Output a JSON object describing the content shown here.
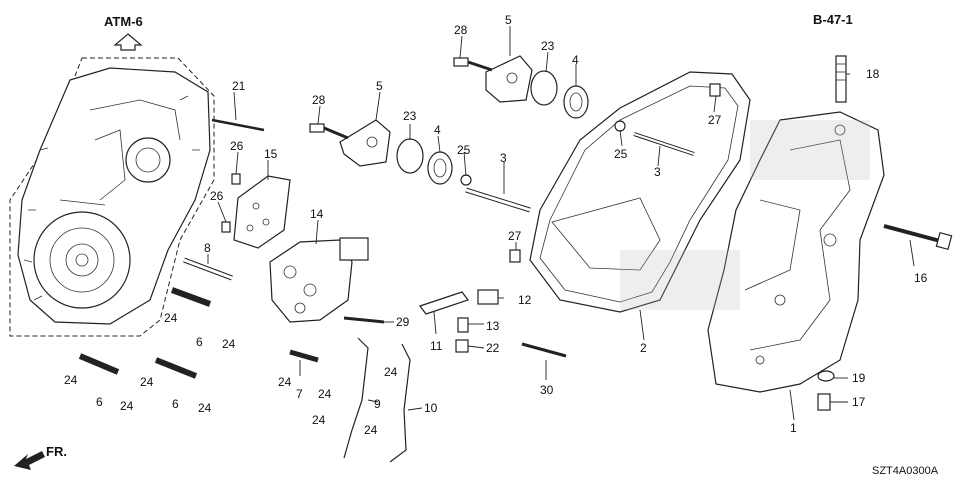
{
  "references": {
    "atm": "ATM-6",
    "b47": "B-47-1",
    "front": "FR.",
    "code": "SZT4A0300A"
  },
  "callouts": [
    {
      "n": "1"
    },
    {
      "n": "2"
    },
    {
      "n": "3"
    },
    {
      "n": "3"
    },
    {
      "n": "4"
    },
    {
      "n": "4"
    },
    {
      "n": "5"
    },
    {
      "n": "5"
    },
    {
      "n": "6"
    },
    {
      "n": "6"
    },
    {
      "n": "6"
    },
    {
      "n": "7"
    },
    {
      "n": "8"
    },
    {
      "n": "9"
    },
    {
      "n": "10"
    },
    {
      "n": "11"
    },
    {
      "n": "12"
    },
    {
      "n": "13"
    },
    {
      "n": "14"
    },
    {
      "n": "15"
    },
    {
      "n": "16"
    },
    {
      "n": "17"
    },
    {
      "n": "18"
    },
    {
      "n": "19"
    },
    {
      "n": "21"
    },
    {
      "n": "22"
    },
    {
      "n": "23"
    },
    {
      "n": "23"
    },
    {
      "n": "24"
    },
    {
      "n": "24"
    },
    {
      "n": "24"
    },
    {
      "n": "24"
    },
    {
      "n": "24"
    },
    {
      "n": "24"
    },
    {
      "n": "24"
    },
    {
      "n": "24"
    },
    {
      "n": "24"
    },
    {
      "n": "24"
    },
    {
      "n": "24"
    },
    {
      "n": "25"
    },
    {
      "n": "25"
    },
    {
      "n": "26"
    },
    {
      "n": "26"
    },
    {
      "n": "27"
    },
    {
      "n": "27"
    },
    {
      "n": "28"
    },
    {
      "n": "28"
    },
    {
      "n": "29"
    },
    {
      "n": "30"
    }
  ]
}
